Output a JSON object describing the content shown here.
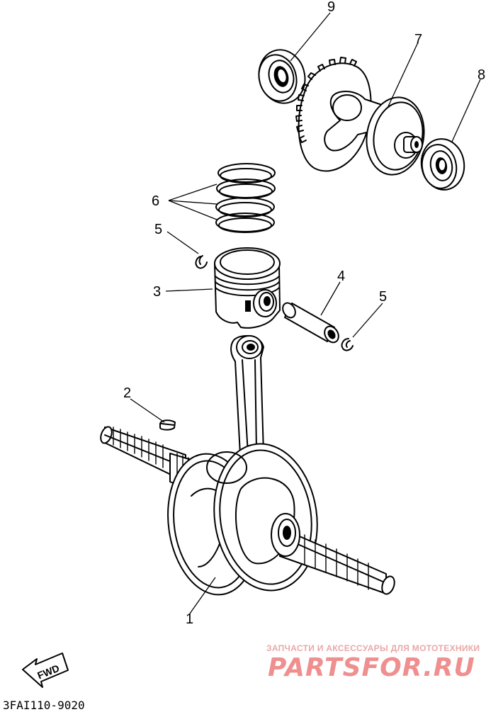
{
  "diagram": {
    "callouts": [
      {
        "id": "1",
        "label": "1"
      },
      {
        "id": "2",
        "label": "2"
      },
      {
        "id": "3",
        "label": "3"
      },
      {
        "id": "4",
        "label": "4"
      },
      {
        "id": "5a",
        "label": "5"
      },
      {
        "id": "5b",
        "label": "5"
      },
      {
        "id": "6",
        "label": "6"
      },
      {
        "id": "7",
        "label": "7"
      },
      {
        "id": "8",
        "label": "8"
      },
      {
        "id": "9",
        "label": "9"
      }
    ],
    "fwd_label": "FWD",
    "part_code": "3FAI110-9020"
  },
  "watermark": {
    "tagline": "ЗАПЧАСТИ И АКСЕССУАРЫ ДЛЯ МОТОТЕХНИКИ",
    "brand": "PARTSFOR.RU",
    "color": "#ef8f8f"
  }
}
